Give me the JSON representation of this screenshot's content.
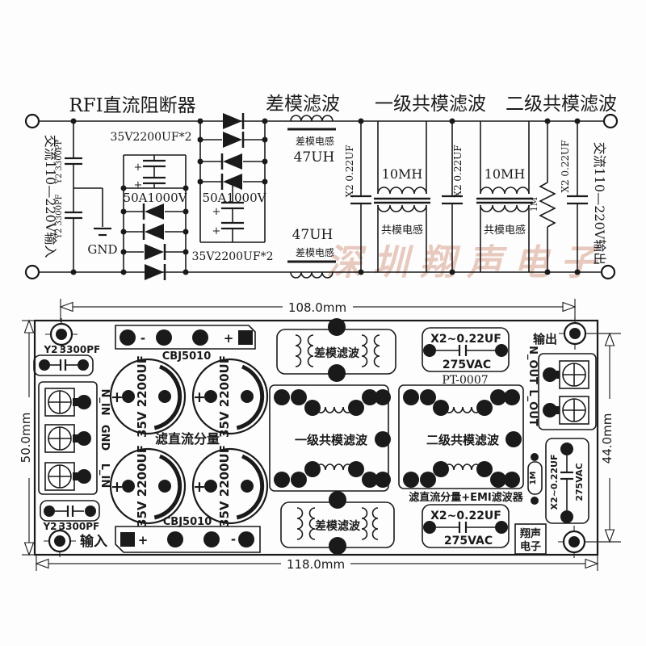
{
  "schematic": {
    "title_rfi": "RFI直流阻断器",
    "title_dm": "差模滤波",
    "title_cm1": "一级共模滤波",
    "title_cm2": "二级共模滤波",
    "ac_input": "交流110—220V输入",
    "ac_output": "交流110—220V输出",
    "y2_cap": "Y2 3300PF",
    "gnd": "GND",
    "cap_bank": "35V2200UF*2",
    "bridge_diode": "50A1000V",
    "dm_inductor": "差模电感",
    "dm_inductance": "47UH",
    "x2_cap": "X2 0.22UF",
    "cm_inductance": "10MH",
    "cm_inductor": "共模电感",
    "bleed_resistor": "1M",
    "plus": "+",
    "watermark": "深圳翔声电子"
  },
  "pcb": {
    "dim_top": "108.0mm",
    "dim_bottom": "118.0mm",
    "dim_left": "50.0mm",
    "dim_right": "44.0mm",
    "y2_ref": "Y2",
    "y2_value": "3300PF",
    "label_n_in": "N_IN",
    "label_gnd": "GND",
    "label_l_in": "L_IN",
    "label_input": "输入",
    "label_output": "输出",
    "bridge_ref": "CBJ5010",
    "plus": "+",
    "minus": "-",
    "cap_value": "35V 2200UF",
    "label_dc_filter": "滤直流分量",
    "label_dm_filter": "差模滤波",
    "x2_value": "X2~0.22UF",
    "x2_voltage": "275VAC",
    "part_number": "PT-0007",
    "label_n_out": "N_OUT",
    "label_l_out": "L_OUT",
    "label_cm1": "一级共模滤波",
    "label_cm2": "二级共模滤波",
    "label_emi": "滤直流分量+EMI滤波器",
    "bleed_ref": "1M",
    "logo_line1": "翔声",
    "logo_line2": "电子"
  },
  "colors": {
    "line": "#1a1a1a",
    "watermark": "#d8a08c"
  }
}
